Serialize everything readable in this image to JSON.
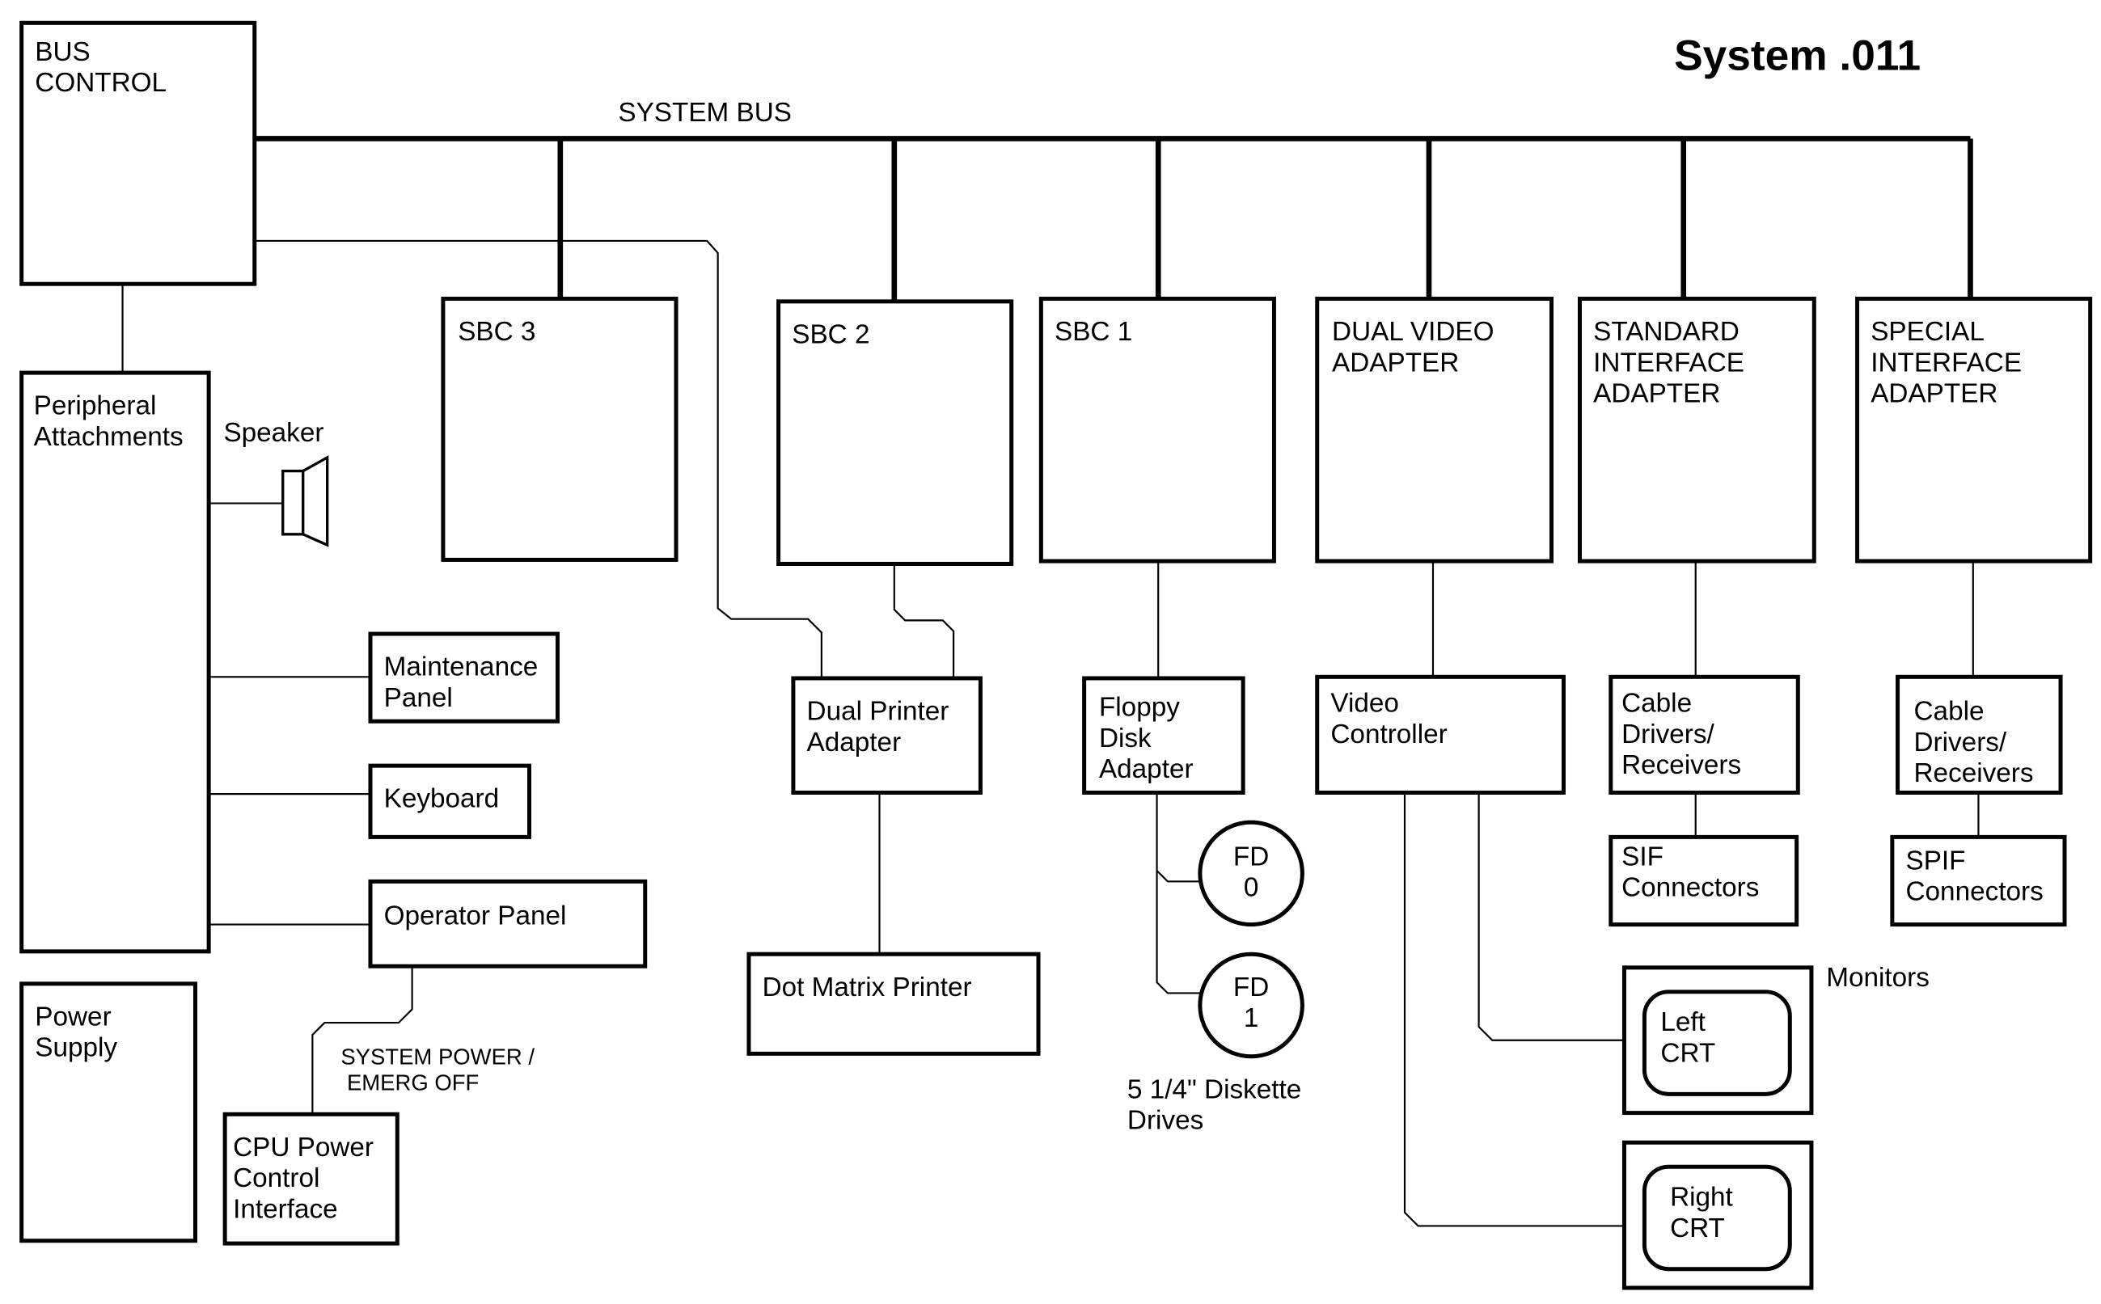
{
  "title": "System .011",
  "bus_label": "SYSTEM BUS",
  "boxes": {
    "bus_control": [
      "BUS",
      "CONTROL"
    ],
    "peripheral": [
      "Peripheral",
      "Attachments"
    ],
    "power_supply": [
      "Power",
      "Supply"
    ],
    "sbc3": [
      "SBC 3"
    ],
    "sbc2": [
      "SBC 2"
    ],
    "sbc1": [
      "SBC 1"
    ],
    "dual_video": [
      "DUAL VIDEO",
      "ADAPTER"
    ],
    "standard_if": [
      "STANDARD",
      "INTERFACE",
      "ADAPTER"
    ],
    "special_if": [
      "SPECIAL",
      "INTERFACE",
      "ADAPTER"
    ],
    "maintenance": [
      "Maintenance",
      "Panel"
    ],
    "keyboard": [
      "Keyboard"
    ],
    "operator": [
      "Operator Panel"
    ],
    "cpu_power": [
      "CPU Power",
      "Control",
      "Interface"
    ],
    "dual_printer": [
      "Dual Printer",
      "Adapter"
    ],
    "dot_matrix": [
      "Dot Matrix Printer"
    ],
    "floppy": [
      "Floppy",
      "Disk",
      "Adapter"
    ],
    "video_ctrl": [
      "Video",
      "Controller"
    ],
    "cable1": [
      "Cable",
      "Drivers/",
      "Receivers"
    ],
    "sif": [
      "SIF",
      "Connectors"
    ],
    "cable2": [
      "Cable",
      "Drivers/",
      "Receivers"
    ],
    "spif": [
      "SPIF",
      "Connectors"
    ],
    "fd0": [
      "FD",
      "0"
    ],
    "fd1": [
      "FD",
      "1"
    ],
    "left_crt": [
      "Left",
      "CRT"
    ],
    "right_crt": [
      "Right",
      "CRT"
    ]
  },
  "labels": {
    "speaker": "Speaker",
    "monitors": "Monitors",
    "diskette": [
      "5 1/4\" Diskette",
      "Drives"
    ],
    "power_line": [
      "SYSTEM POWER /",
      " EMERG OFF"
    ]
  }
}
